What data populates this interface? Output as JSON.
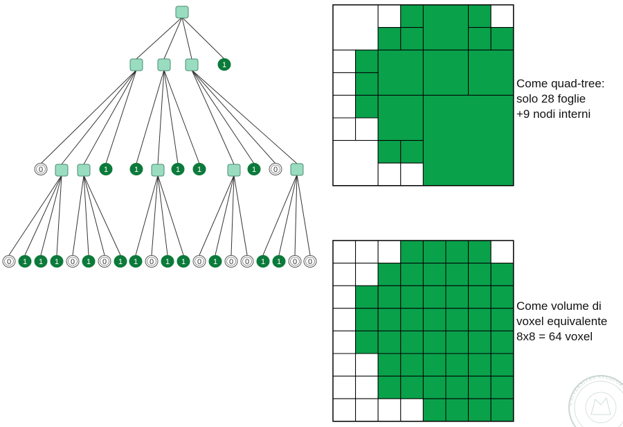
{
  "colors": {
    "internal_node": "#99dcc0",
    "internal_node_border": "#4a8c73",
    "full_fill": "#0aa14b",
    "full_leaf": "#0b7a3a",
    "empty": "#ffffff",
    "grid_line": "#000000",
    "edge": "#333333"
  },
  "tree": {
    "root": "N",
    "level1": [
      "N",
      "N",
      "N",
      "1"
    ],
    "level2": [
      "0",
      "N",
      "N",
      "1",
      "1",
      "N",
      "1",
      "1",
      "N",
      "1",
      "0",
      "N"
    ],
    "level3": [
      "0",
      "1",
      "1",
      "1",
      "0",
      "1",
      "0",
      "1",
      "1",
      "0",
      "1",
      "1",
      "0",
      "1",
      "0",
      "0",
      "1",
      "1",
      "0",
      "0"
    ]
  },
  "quadtree": {
    "caption_lines": [
      "Come quad-tree:",
      "solo 28 foglie",
      "+9 nodi interni"
    ]
  },
  "voxel": {
    "caption_lines": [
      "Come volume di",
      "voxel equivalente",
      "8x8 = 64 voxel"
    ],
    "rows": [
      [
        0,
        0,
        0,
        1,
        1,
        1,
        1,
        0
      ],
      [
        0,
        0,
        1,
        1,
        1,
        1,
        1,
        1
      ],
      [
        0,
        1,
        1,
        1,
        1,
        1,
        1,
        1
      ],
      [
        0,
        1,
        1,
        1,
        1,
        1,
        1,
        1
      ],
      [
        0,
        1,
        1,
        1,
        1,
        1,
        1,
        1
      ],
      [
        0,
        0,
        1,
        1,
        1,
        1,
        1,
        1
      ],
      [
        0,
        0,
        1,
        1,
        1,
        1,
        1,
        1
      ],
      [
        0,
        0,
        0,
        0,
        1,
        1,
        1,
        1
      ]
    ]
  },
  "seal": {
    "label": "UNIVERSITAS STUDIORUM MEDIOLANENSIS",
    "icon": "university-seal-icon"
  }
}
